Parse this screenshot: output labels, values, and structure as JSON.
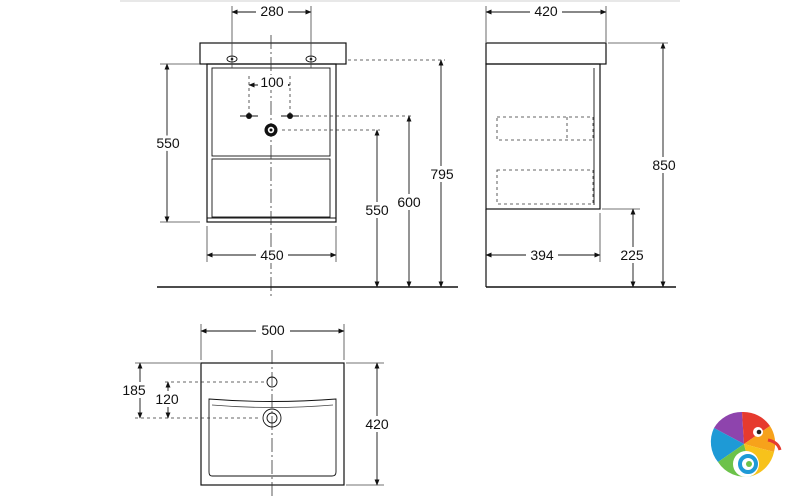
{
  "dimensions": {
    "front_tap_spacing": "280",
    "front_small_offset": "100",
    "front_cabinet_height": "550",
    "front_waste_height": "550",
    "front_outlet_height": "600",
    "front_overall_height": "795",
    "front_cabinet_width": "450",
    "side_depth_top": "420",
    "side_depth_bottom": "394",
    "side_overall_height": "850",
    "side_leg_height": "225",
    "plan_width": "500",
    "plan_depth": "420",
    "plan_tap_offset": "185",
    "plan_waste_offset": "120"
  },
  "logo": {
    "name": "chameleon-logo",
    "colors": [
      "#e63a2e",
      "#f7a21b",
      "#6cc24a",
      "#1e9ad6",
      "#8e44ad"
    ]
  }
}
